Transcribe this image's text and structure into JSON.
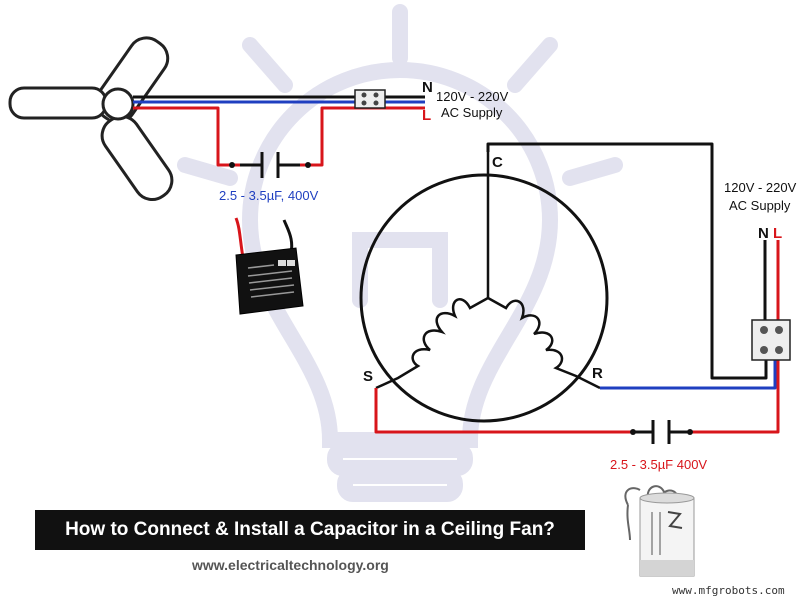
{
  "colors": {
    "neutral_wire": "#111111",
    "live_wire": "#d8151b",
    "blue_wire": "#1f3fc0",
    "bulb_outline": "#dedeed",
    "banner_bg": "#111111"
  },
  "supply_top": {
    "n": "N",
    "l": "L",
    "voltage": "120V - 220V",
    "label": "AC Supply"
  },
  "supply_right": {
    "voltage": "120V - 220V",
    "label": "AC Supply",
    "n": "N",
    "l": "L"
  },
  "capacitor_top": {
    "rating": "2.5 - 3.5µF, 400V"
  },
  "capacitor_bottom": {
    "rating": "2.5 - 3.5µF 400V"
  },
  "motor": {
    "terminal_c": "C",
    "terminal_s": "S",
    "terminal_r": "R"
  },
  "title": "How to Connect & Install a Capacitor in a Ceiling Fan?",
  "website": "www.electricaltechnology.org",
  "watermark": "www.mfgrobots.com",
  "icons": [
    "ceiling-fan-icon",
    "box-capacitor-icon",
    "cylinder-capacitor-icon",
    "light-bulb-watermark-icon"
  ]
}
